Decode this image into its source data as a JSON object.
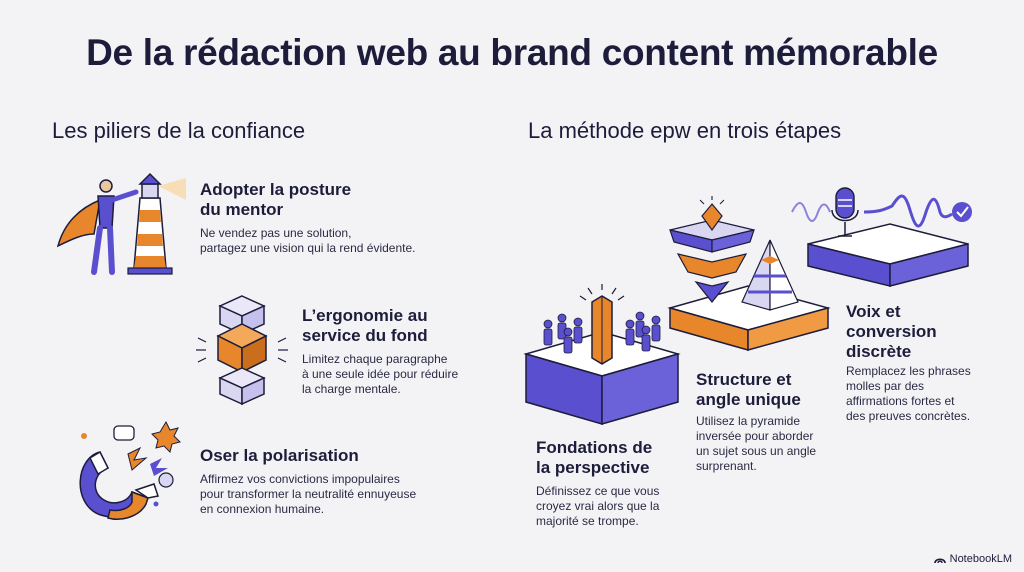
{
  "title": "De la rédaction web au brand content mémorable",
  "left_section": {
    "heading": "Les piliers de la confiance",
    "items": [
      {
        "title_line1": "Adopter la posture",
        "title_line2": "du mentor",
        "desc_line1": "Ne vendez pas une solution,",
        "desc_line2": "partagez une vision qui la rend évidente.",
        "desc_line3": "",
        "icon": "lighthouse-mentor-icon"
      },
      {
        "title_line1": "L’ergonomie au",
        "title_line2": "service du fond",
        "desc_line1": "Limitez chaque paragraphe",
        "desc_line2": "à une seule idée pour réduire",
        "desc_line3": "la charge mentale.",
        "icon": "stacked-blocks-icon"
      },
      {
        "title_line1": "Oser la polarisation",
        "title_line2": "",
        "desc_line1": "Affirmez vos convictions impopulaires",
        "desc_line2": "pour transformer la neutralité ennuyeuse",
        "desc_line3": "en connexion humaine.",
        "icon": "magnet-icon"
      }
    ]
  },
  "right_section": {
    "heading": "La méthode epw en trois étapes",
    "steps": [
      {
        "title_line1": "Fondations de",
        "title_line2": "la perspective",
        "desc_line1": "Définissez ce que vous",
        "desc_line2": "croyez vrai alors que la",
        "desc_line3": "majorité se trompe.",
        "icon": "crowd-platform-icon"
      },
      {
        "title_line1": "Structure et",
        "title_line2": "angle unique",
        "desc_line1": "Utilisez la pyramide",
        "desc_line2": "inversée pour aborder",
        "desc_line3": "un sujet sous un angle",
        "desc_line4": "surprenant.",
        "icon": "pyramid-platform-icon"
      },
      {
        "title_line1": "Voix et",
        "title_line2": "conversion",
        "title_line3": "discrète",
        "desc_line1": "Remplacez les phrases",
        "desc_line2": "molles par des",
        "desc_line3": "affirmations fortes et",
        "desc_line4": "des preuves concrètes.",
        "icon": "microphone-platform-icon"
      }
    ]
  },
  "brand": "NotebookLM",
  "colors": {
    "purple": "#5a4fcf",
    "purple_light": "#d9d6f2",
    "orange": "#e8862c",
    "dark": "#1d1d3b"
  }
}
